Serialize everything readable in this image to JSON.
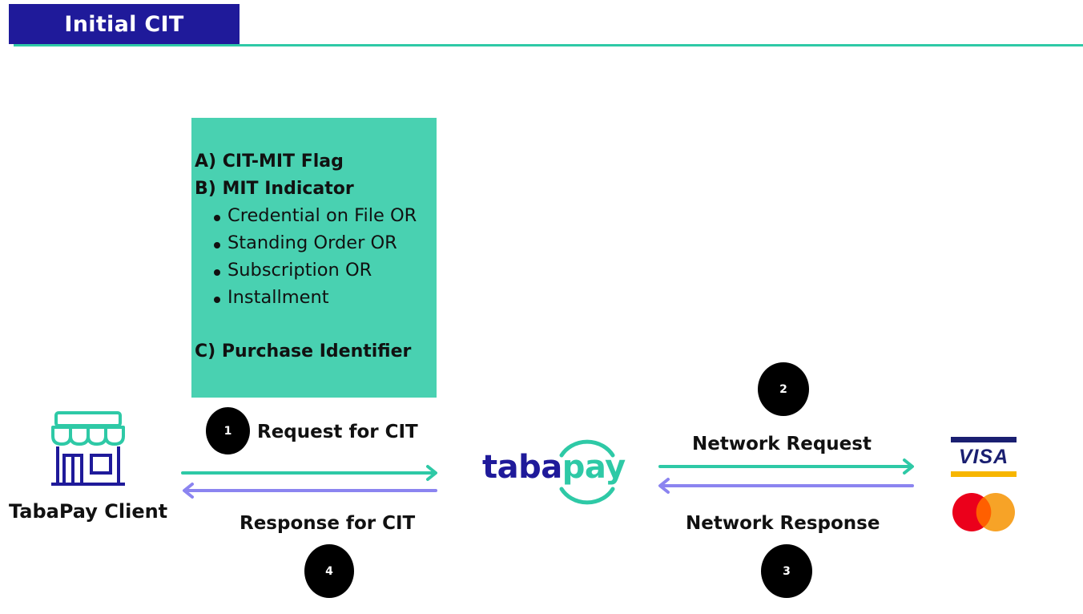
{
  "header": {
    "title": "Initial CIT"
  },
  "info_box": {
    "line_a": "A) CIT-MIT Flag",
    "line_b": "B) MIT Indicator",
    "bullets": [
      "Credential on File OR",
      "Standing Order OR",
      "Subscription OR",
      "Installment"
    ],
    "line_c": "C) Purchase Identifier"
  },
  "client": {
    "label": "TabaPay Client",
    "icon": "storefront-icon"
  },
  "flows": {
    "request_cit": "Request for CIT",
    "response_cit": "Response for CIT",
    "network_request": "Network Request",
    "network_response": "Network Response"
  },
  "steps": {
    "s1": "1",
    "s2": "2",
    "s3": "3",
    "s4": "4"
  },
  "tabapay_logo": {
    "part1": "taba",
    "part2": "pay"
  },
  "card_networks": {
    "visa": "VISA",
    "mastercard_icon": "mastercard-logo-icon"
  },
  "colors": {
    "title_bg": "#1f1a9a",
    "accent_green": "#2ec9a6",
    "box_green": "#49d1b1",
    "response_purple": "#8b84f0",
    "logo_navy": "#1f1a9a",
    "logo_green": "#2ec9a6"
  }
}
